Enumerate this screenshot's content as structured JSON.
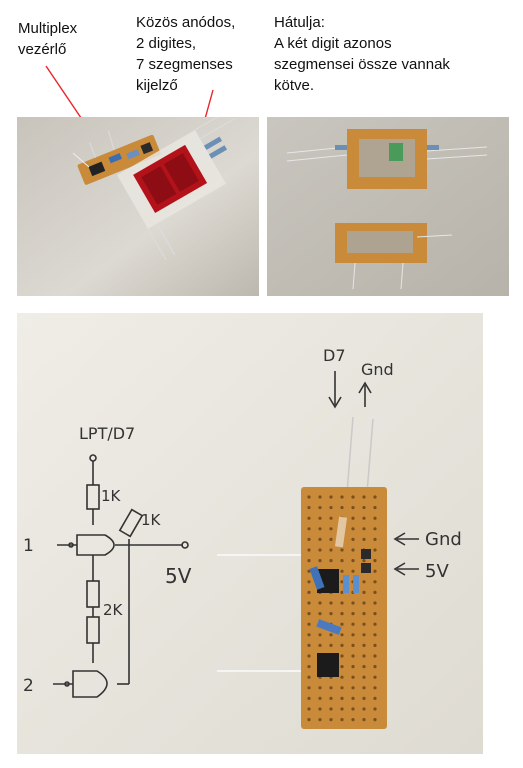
{
  "captions": {
    "mux": "Multiplex vezérlő",
    "mux_line1": "Multiplex",
    "mux_line2": "vezérlő",
    "display_line1": "Közös anódos,",
    "display_line2": "2 digites,",
    "display_line3": "7 szegmenses",
    "display_line4": "kijelző",
    "back_line1": "Hátulja:",
    "back_line2": "A két digit azonos",
    "back_line3": "szegmensei össze vannak",
    "back_line4": "kötve."
  },
  "schematic": {
    "title": "LPT/D7",
    "r1": "1K",
    "r2": "1K",
    "r3": "2K",
    "pin1": "1",
    "pin2": "2",
    "supply": "5V"
  },
  "board_labels": {
    "d7": "D7",
    "gnd_top": "Gnd",
    "gnd_side": "Gnd",
    "v5_side": "5V"
  },
  "colors": {
    "arrow": "#e8262a",
    "pcb": "#c98a3a",
    "display_red": "#b4121a"
  }
}
